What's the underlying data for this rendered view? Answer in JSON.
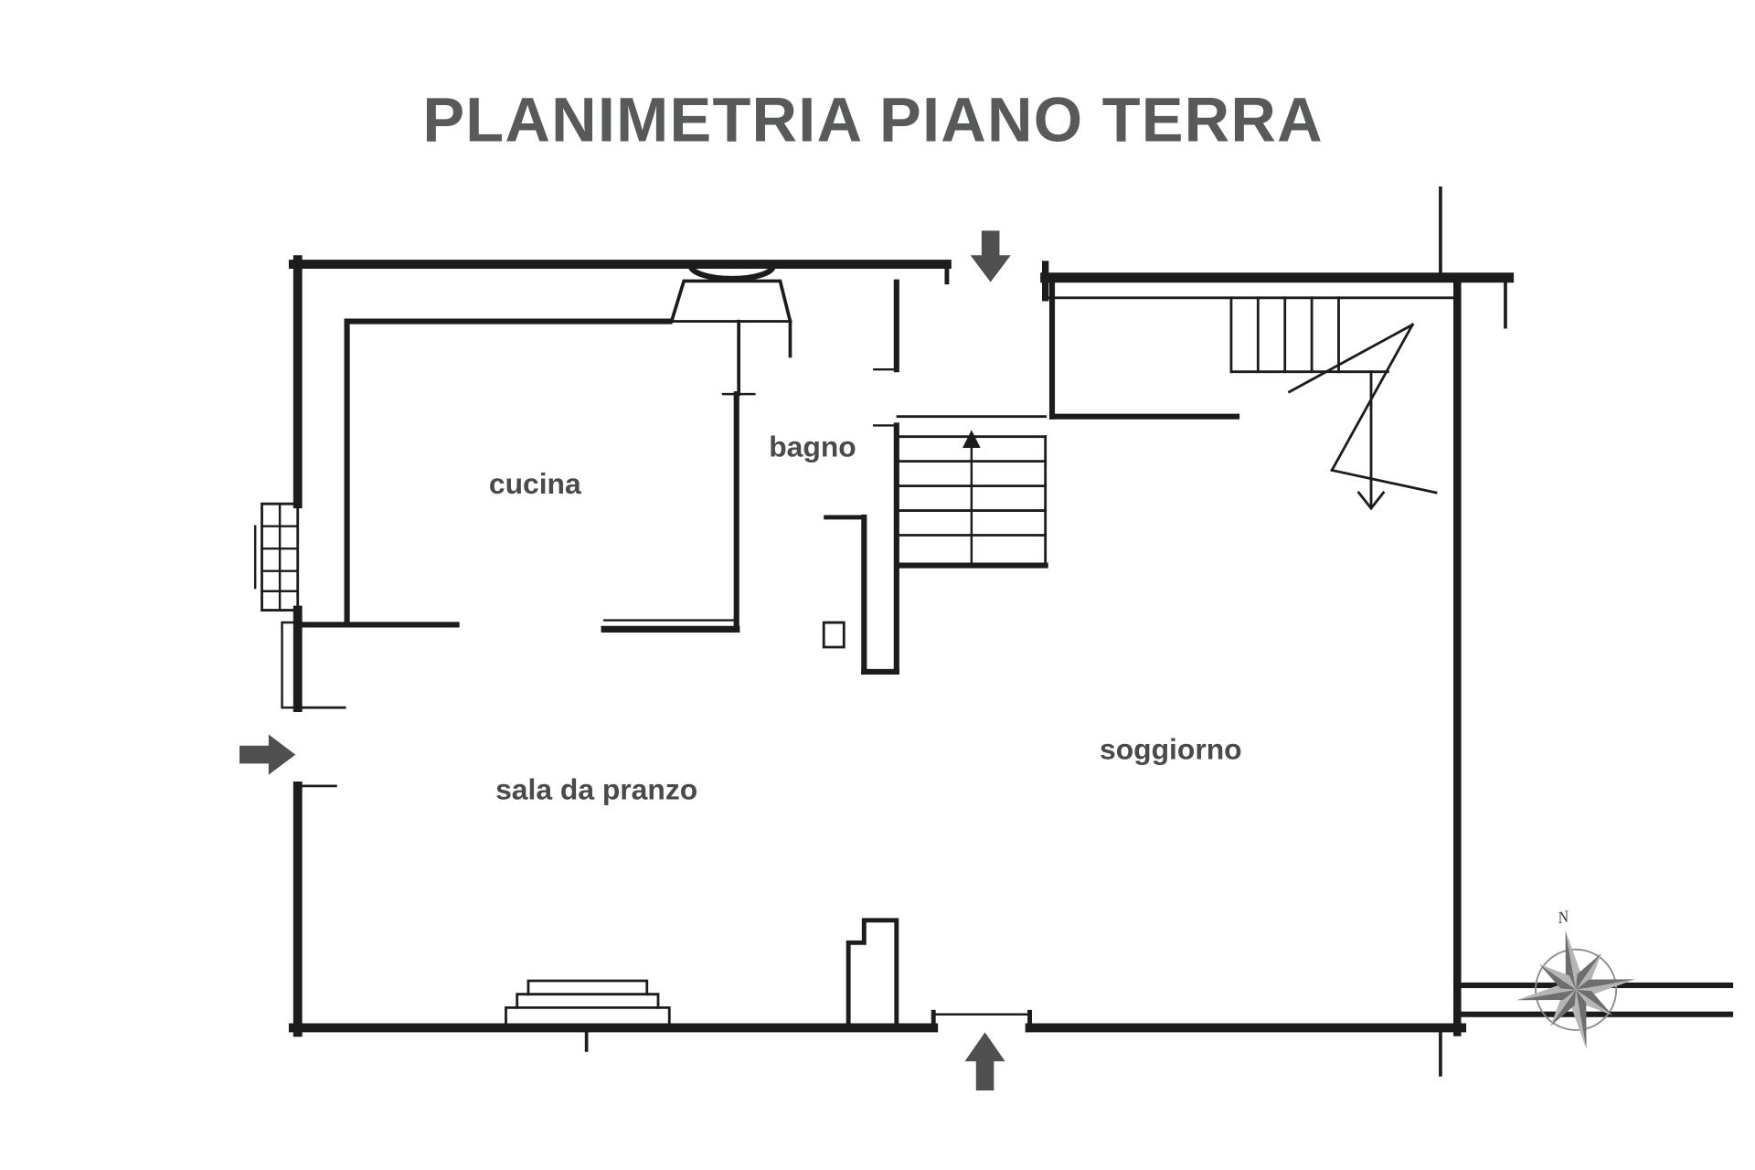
{
  "header": {
    "title": "PLANIMETRIA PIANO TERRA"
  },
  "plan": {
    "rooms": {
      "cucina": "cucina",
      "bagno": "bagno",
      "sala_da_pranzo": "sala da pranzo",
      "soggiorno": "soggiorno"
    },
    "compass": {
      "north_label": "N"
    }
  },
  "icons": {
    "entrance_arrow_top": "filled arrow pointing down into plan",
    "entrance_arrow_left": "filled arrow pointing right into plan",
    "entrance_arrow_bottom": "filled arrow pointing up into plan",
    "stair_direction_arrow": "arrow up along stair flight",
    "compass_rose": "eight-point star compass"
  },
  "colors": {
    "background": "#ffffff",
    "wall": "#1c1c1c",
    "title": "#58595b",
    "room_label": "#4a4a4a",
    "entrance_arrow": "#4f4f4f",
    "compass_dark": "#6e6e6e",
    "compass_light": "#b5b5b5"
  }
}
